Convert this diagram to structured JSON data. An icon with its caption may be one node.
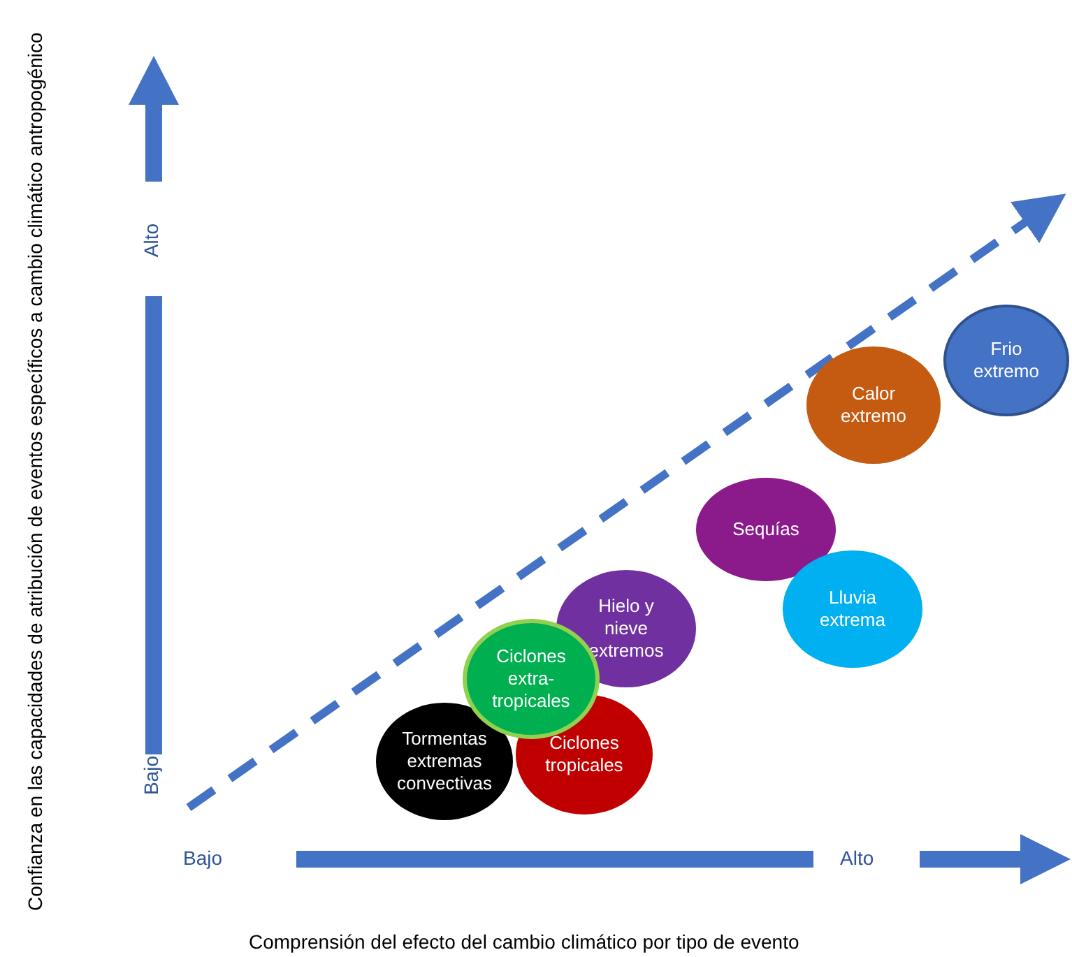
{
  "diagram": {
    "nodes": [
      {
        "text": [
          "Frio extremo"
        ]
      },
      {
        "text": [
          "Calor extremo"
        ]
      },
      {
        "text": [
          "Sequías"
        ]
      },
      {
        "text": [
          "Lluvia extrema"
        ]
      },
      {
        "text": [
          "Hielo y nieve extremos"
        ]
      },
      {
        "text": [
          "Ciclones extra-tropicales"
        ]
      },
      {
        "text": [
          "Tormentas extremas convectivas"
        ]
      },
      {
        "text": [
          "Ciclones tropicales"
        ]
      }
    ],
    "edges": [],
    "labels": [
      "Confianza en las capacidades de atribución de eventos específicos a cambio climático antropogénico",
      "Alto",
      "Bajo",
      "Bajo",
      "Alto",
      "Comprensión del efecto del cambio climático por tipo de evento"
    ]
  }
}
